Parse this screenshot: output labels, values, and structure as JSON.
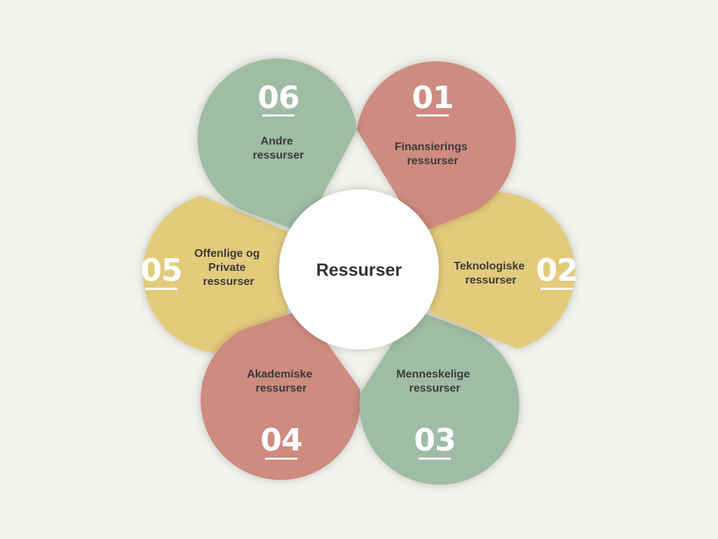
{
  "center": {
    "label": "Ressurser"
  },
  "colors": {
    "background": "#f2f3ec",
    "red": "#ce8b7f",
    "yellow": "#e3cb7b",
    "green": "#9fbca5",
    "center": "#ffffff"
  },
  "petals": [
    {
      "number": "01",
      "lines": [
        "Finansierings",
        "ressurser"
      ],
      "color": "red"
    },
    {
      "number": "02",
      "lines": [
        "Teknologiske",
        "ressurser"
      ],
      "color": "yellow"
    },
    {
      "number": "03",
      "lines": [
        "Menneskelige",
        "ressurser"
      ],
      "color": "green"
    },
    {
      "number": "04",
      "lines": [
        "Akademiske",
        "ressurser"
      ],
      "color": "red"
    },
    {
      "number": "05",
      "lines": [
        "Offenlige og",
        "Private",
        "ressurser"
      ],
      "color": "yellow"
    },
    {
      "number": "06",
      "lines": [
        "Andre",
        "ressurser"
      ],
      "color": "green"
    }
  ]
}
